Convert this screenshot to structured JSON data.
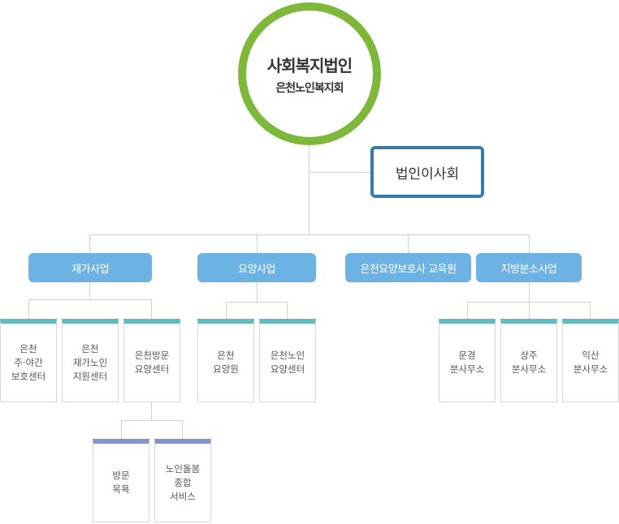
{
  "root": {
    "title": "사회복지법인",
    "subtitle": "은천노인복지회"
  },
  "board": "법인이사회",
  "divisions": [
    "재가사업",
    "요양사업",
    "은천요양보호사 교육원",
    "지방분소사업"
  ],
  "home_care": [
    [
      "은천",
      "주·야간",
      "보호센터"
    ],
    [
      "은천",
      "재가노인",
      "지원센터"
    ],
    [
      "은천방문",
      "요양센터"
    ]
  ],
  "visiting_care_sub": [
    [
      "방문",
      "목욕"
    ],
    [
      "노인돌봄",
      "종합",
      "서비스"
    ]
  ],
  "nursing": [
    [
      "은천",
      "요양원"
    ],
    [
      "은천노인",
      "요양센터"
    ]
  ],
  "branches": [
    [
      "문경",
      "분사무소"
    ],
    [
      "상주",
      "분사무소"
    ],
    [
      "익산",
      "분사무소"
    ]
  ],
  "colors": {
    "root_ring": "#7db83a",
    "board_border": "#3a7aaa",
    "division": "#6cb3e3",
    "card_bar": "#5fbcc0",
    "sub_card_bar": "#8594c8"
  }
}
